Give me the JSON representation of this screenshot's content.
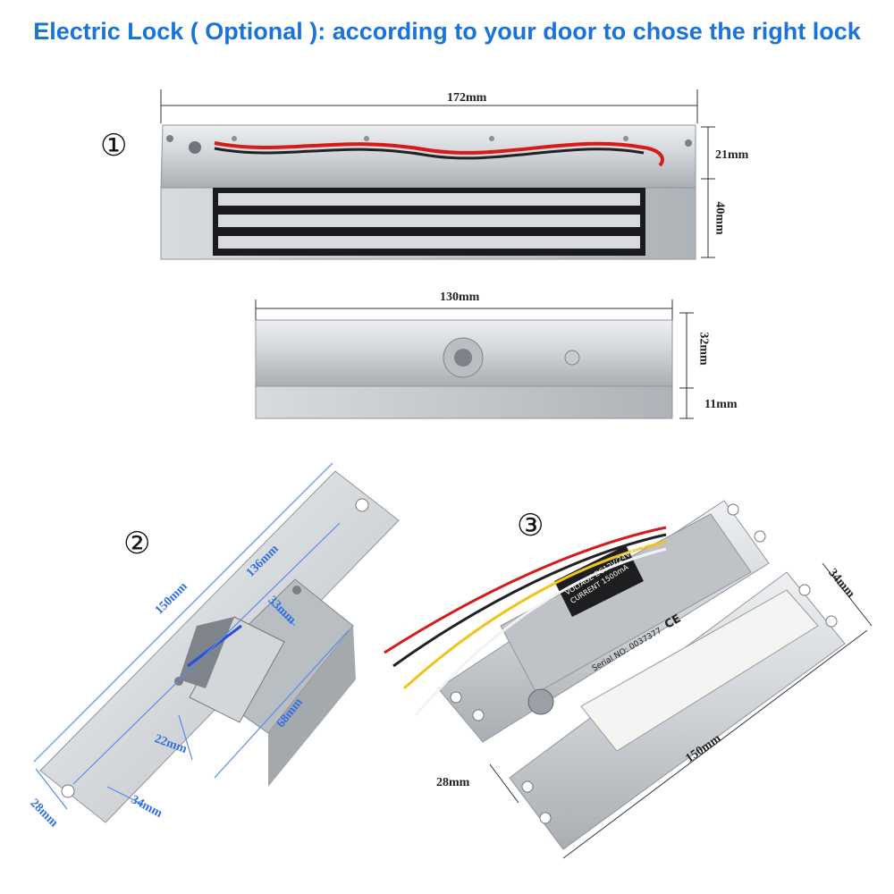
{
  "title": "Electric Lock ( Optional ): according to your door to chose the right lock",
  "lock1": {
    "number": "①",
    "dim_length": "172mm",
    "dim_height": "21mm",
    "dim_depth": "40mm"
  },
  "armature": {
    "dim_length": "130mm",
    "dim_height": "32mm",
    "dim_depth": "11mm"
  },
  "lock2": {
    "number": "②",
    "dim_total": "150mm",
    "dim_inner": "136mm",
    "dim_a": "33mm",
    "dim_b": "68mm",
    "dim_c": "22mm",
    "dim_d": "34mm",
    "dim_e": "28mm"
  },
  "lock3": {
    "number": "③",
    "dim_width": "34mm",
    "dim_height": "28mm",
    "dim_length": "150mm",
    "serial_label": "Serial NO:",
    "serial_value": "0037377",
    "voltage_label": "VOLTAGE",
    "current_label": "CURRENT",
    "voltage_value": "DC12V/24V±0.5",
    "current_value": "1500mA",
    "ce_mark": "CE"
  },
  "colors": {
    "title": "#1a73d9",
    "dim_blue": "#2f6fe0",
    "metal": "#c9cdd1"
  }
}
